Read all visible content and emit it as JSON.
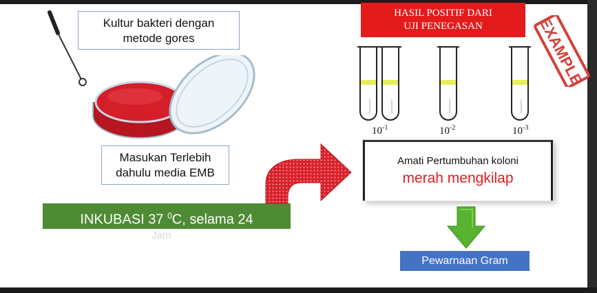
{
  "labels": {
    "kultur": [
      "Kultur bakteri dengan",
      "metode gores"
    ],
    "masukan": [
      "Masukan Terlebih",
      "dahulu media EMB"
    ],
    "inkubasi": {
      "pre": "INKUBASI 37 ",
      "sup": "0",
      "post": "C, selama 24"
    },
    "jam": "Jam",
    "hasil": [
      "HASIL POSITIF DARI",
      "UJI PENEGASAN"
    ],
    "conc": [
      {
        "base": "10",
        "exp": "-1"
      },
      {
        "base": "10",
        "exp": "-2"
      },
      {
        "base": "10",
        "exp": "-3"
      }
    ],
    "amati": [
      "Amati Pertumbuhan koloni",
      "merah mengkilap"
    ],
    "gram": "Pewarnaan Gram",
    "stamp": "EXAMPLE"
  },
  "colors": {
    "petri_red": "#d41e2a",
    "hasil_red": "#e31b1b",
    "inkubasi_green": "#4f8a34",
    "arrow_red": "#d9212a",
    "arrow_green": "#58b32f",
    "gram_blue": "#4472c4",
    "liquid_yellow": "#e6ef5a",
    "stamp_red": "#d4403a"
  },
  "icons": [
    "inoculating-loop-icon",
    "petri-dish-icon",
    "test-tube-icon",
    "curved-arrow-icon",
    "down-arrow-icon",
    "example-stamp-icon"
  ]
}
